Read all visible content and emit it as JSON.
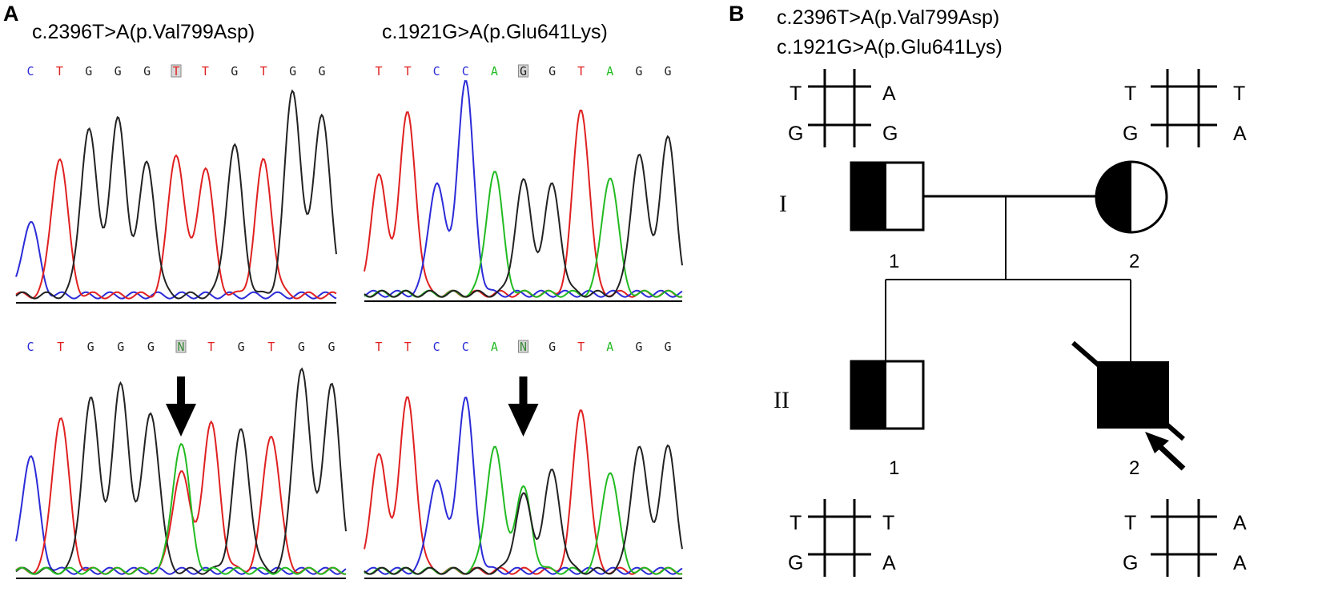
{
  "panel_a": {
    "letter": "A",
    "chromatograms": [
      {
        "id": "tl",
        "title": "c.2396T>A(p.Val799Asp)",
        "bases": [
          "C",
          "T",
          "G",
          "G",
          "G",
          "T",
          "T",
          "G",
          "T",
          "G",
          "G"
        ],
        "highlight": 5,
        "peaks": [
          {
            "b": "C",
            "h": 0.35
          },
          {
            "b": "T",
            "h": 0.65
          },
          {
            "b": "G",
            "h": 0.78
          },
          {
            "b": "G",
            "h": 0.82
          },
          {
            "b": "G",
            "h": 0.62
          },
          {
            "b": "T",
            "h": 0.67
          },
          {
            "b": "T",
            "h": 0.6
          },
          {
            "b": "G",
            "h": 0.7
          },
          {
            "b": "T",
            "h": 0.63
          },
          {
            "b": "G",
            "h": 0.96
          },
          {
            "b": "G",
            "h": 0.86
          }
        ]
      },
      {
        "id": "tr",
        "title": "c.1921G>A(p.Glu641Lys)",
        "bases": [
          "T",
          "T",
          "C",
          "C",
          "A",
          "G",
          "G",
          "T",
          "A",
          "G",
          "G"
        ],
        "highlight": 5,
        "peaks": [
          {
            "b": "T",
            "h": 0.55
          },
          {
            "b": "T",
            "h": 0.85
          },
          {
            "b": "C",
            "h": 0.53
          },
          {
            "b": "C",
            "h": 1.0
          },
          {
            "b": "A",
            "h": 0.58
          },
          {
            "b": "G",
            "h": 0.53
          },
          {
            "b": "G",
            "h": 0.51
          },
          {
            "b": "T",
            "h": 0.88
          },
          {
            "b": "A",
            "h": 0.56
          },
          {
            "b": "G",
            "h": 0.66
          },
          {
            "b": "G",
            "h": 0.73
          }
        ]
      },
      {
        "id": "bl",
        "title": "",
        "bases": [
          "C",
          "T",
          "G",
          "G",
          "G",
          "N",
          "T",
          "G",
          "T",
          "G",
          "G"
        ],
        "highlight": 5,
        "arrow": true,
        "peaks": [
          {
            "b": "C",
            "h": 0.54
          },
          {
            "b": "T",
            "h": 0.72
          },
          {
            "b": "G",
            "h": 0.8
          },
          {
            "b": "G",
            "h": 0.86
          },
          {
            "b": "G",
            "h": 0.74
          },
          {
            "b": "A",
            "h": 0.6
          },
          {
            "b": "T",
            "h": 0.47
          },
          {
            "b": "T",
            "h": 0.68
          },
          {
            "b": "G",
            "h": 0.65
          },
          {
            "b": "T",
            "h": 0.64
          },
          {
            "b": "G",
            "h": 0.95
          },
          {
            "b": "G",
            "h": 0.86
          }
        ],
        "peak_offsets": [
          0,
          1,
          2,
          3,
          4,
          5,
          5,
          6,
          7,
          8,
          9,
          10
        ]
      },
      {
        "id": "br",
        "title": "",
        "bases": [
          "T",
          "T",
          "C",
          "C",
          "A",
          "N",
          "G",
          "T",
          "A",
          "G",
          "G"
        ],
        "highlight": 5,
        "arrow": true,
        "peaks": [
          {
            "b": "T",
            "h": 0.53
          },
          {
            "b": "T",
            "h": 0.8
          },
          {
            "b": "C",
            "h": 0.43
          },
          {
            "b": "C",
            "h": 0.8
          },
          {
            "b": "A",
            "h": 0.58
          },
          {
            "b": "A",
            "h": 0.38
          },
          {
            "b": "G",
            "h": 0.35
          },
          {
            "b": "G",
            "h": 0.46
          },
          {
            "b": "T",
            "h": 0.76
          },
          {
            "b": "A",
            "h": 0.47
          },
          {
            "b": "G",
            "h": 0.58
          },
          {
            "b": "G",
            "h": 0.57
          }
        ],
        "peak_offsets": [
          0,
          1,
          2,
          3,
          4,
          5,
          5,
          6,
          7,
          8,
          9,
          10
        ]
      }
    ],
    "base_colors": {
      "A": "#22bb22",
      "C": "#2b2bd8",
      "G": "#222222",
      "T": "#e02020",
      "N": "#3a8a3a"
    }
  },
  "panel_b": {
    "letter": "B",
    "variant_lines": [
      "c.2396T>A(p.Val799Asp)",
      "c.1921G>A(p.Glu641Lys)"
    ],
    "generations": [
      "I",
      "II"
    ],
    "individuals": [
      {
        "id": "I-1",
        "number": "1",
        "sex": "male",
        "status": "heterozygous carrier",
        "alleles_top": [
          "T",
          "A"
        ],
        "alleles_bottom": [
          "G",
          "G"
        ]
      },
      {
        "id": "I-2",
        "number": "2",
        "sex": "female",
        "status": "heterozygous carrier",
        "alleles_top": [
          "T",
          "T"
        ],
        "alleles_bottom": [
          "G",
          "A"
        ]
      },
      {
        "id": "II-1",
        "number": "1",
        "sex": "male",
        "status": "heterozygous carrier",
        "alleles_top": [
          "T",
          "T"
        ],
        "alleles_bottom": [
          "G",
          "A"
        ]
      },
      {
        "id": "II-2",
        "number": "2",
        "sex": "male",
        "status": "affected, deceased, proband",
        "alleles_top": [
          "T",
          "A"
        ],
        "alleles_bottom": [
          "G",
          "A"
        ]
      }
    ]
  }
}
